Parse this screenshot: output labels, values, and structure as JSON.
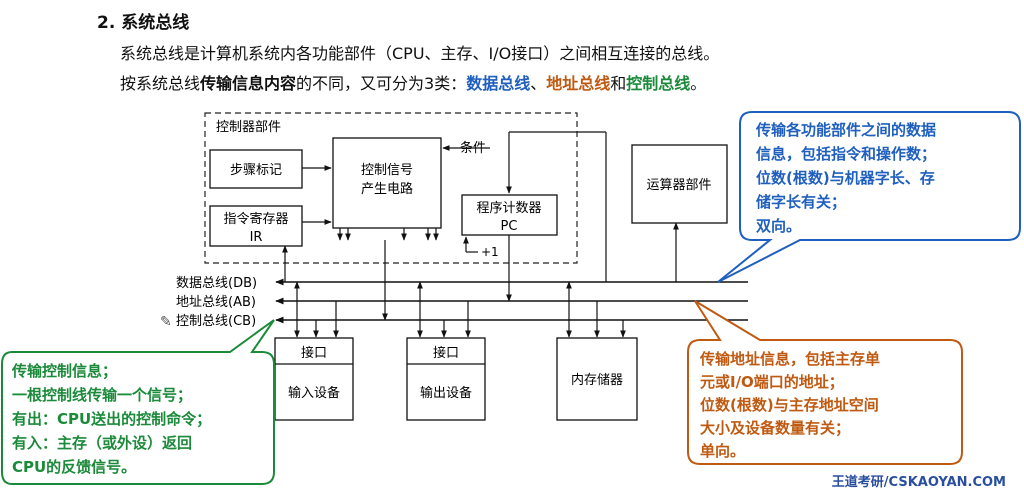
{
  "heading": "2. 系统总线",
  "line1": "系统总线是计算机系统内各功能部件（CPU、主存、I/O接口）之间相互连接的总线。",
  "line2": {
    "pre": "按系统总线",
    "bold": "传输信息内容",
    "mid": "的不同，又可分为3类：",
    "data_bus": "数据总线",
    "sep1": "、",
    "addr_bus": "地址总线",
    "sep2": "和",
    "ctrl_bus": "控制总线",
    "end": "。"
  },
  "diagram": {
    "controller_group": "控制器部件",
    "step_counter": "步骤标记",
    "ir_line1": "指令寄存器",
    "ir_line2": "IR",
    "ctrl_gen_line1": "控制信号",
    "ctrl_gen_line2": "产生电路",
    "condition": "条件",
    "pc_line1": "程序计数器",
    "pc_line2": "PC",
    "plus_one": "+1",
    "alu": "运算器部件",
    "db_label": "数据总线(DB)",
    "ab_label": "地址总线(AB)",
    "cb_label": "控制总线(CB)",
    "interface": "接口",
    "input_device": "输入设备",
    "output_device": "输出设备",
    "memory": "内存储器"
  },
  "callouts": {
    "data_bus": [
      "传输各功能部件之间的数据",
      "信息，包括指令和操作数；",
      "位数(根数)与机器字长、存",
      "储字长有关；",
      "双向。"
    ],
    "addr_bus": [
      "传输地址信息，包括主存单",
      "元或I/O端口的地址；",
      "位数(根数)与主存地址空间",
      "大小及设备数量有关；",
      "单向。"
    ],
    "ctrl_bus": [
      "传输控制信息；",
      "一根控制线传输一个信号；",
      "有出：CPU送出的控制命令；",
      "有入：主存（或外设）返回",
      "CPU的反馈信号。"
    ]
  },
  "colors": {
    "blue": "#1f5fbf",
    "orange": "#c05a12",
    "green": "#1b8a3a"
  },
  "watermark": "王道考研/CSKAOYAN.COM"
}
